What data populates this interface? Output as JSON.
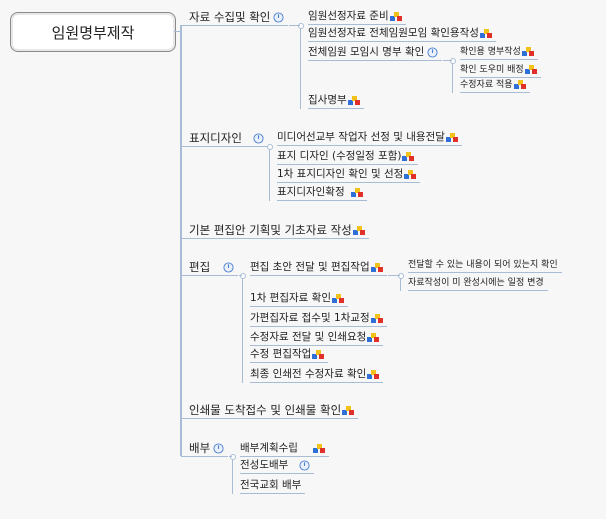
{
  "root": "임원명부제작",
  "branches": [
    {
      "label": "자료 수집및 확인",
      "icon": "clock-icon",
      "children": [
        {
          "label": "임원선정자료 준비",
          "icon": "resource-icon"
        },
        {
          "label": "임원선정자료 전체임원모임 확인용작성",
          "icon": "resource-icon"
        },
        {
          "label": "전체임원 모임시 명부 확인",
          "icon": "clock-icon",
          "children": [
            {
              "label": "확인용 명부작성",
              "icon": "resource-icon"
            },
            {
              "label": "확인 도우미 배정",
              "icon": "resource-icon"
            },
            {
              "label": "수정자료 적용",
              "icon": "resource-icon"
            }
          ]
        },
        {
          "label": "집사명부",
          "icon": "resource-icon"
        }
      ]
    },
    {
      "label": "표지디자인",
      "icon": "clock-icon",
      "children": [
        {
          "label": "미디어선교부 작업자 선정 및 내용전달",
          "icon": "resource-icon"
        },
        {
          "label": "표지 디자인 (수정일정 포함)",
          "icon": "resource-icon"
        },
        {
          "label": "1차 표지디자인 확인 및 선정",
          "icon": "resource-icon"
        },
        {
          "label": "표지디자인확정",
          "icon": "resource-icon"
        }
      ]
    },
    {
      "label": "기본 편집안 기획및 기초자료 작성",
      "icon": "resource-icon"
    },
    {
      "label": "편집",
      "icon": "clock-icon",
      "children": [
        {
          "label": "편집 초안 전달 및 편집작업",
          "icon": "resource-icon",
          "children": [
            {
              "label": "전달할 수 있는 내용이 되어 있는지 확인"
            },
            {
              "label": "자료작성이 미 완성시에는 일정 변경"
            }
          ]
        },
        {
          "label": "1차 편집자료 확인",
          "icon": "resource-icon"
        },
        {
          "label": "가편집자료 접수및 1차교정",
          "icon": "resource-icon"
        },
        {
          "label": "수정자료 전달 및 인쇄요청",
          "icon": "resource-icon"
        },
        {
          "label": "수정 편집작업",
          "icon": "resource-icon"
        },
        {
          "label": "최종 인쇄전 수정자료 확인",
          "icon": "resource-icon"
        }
      ]
    },
    {
      "label": "인쇄물 도착접수 및 인쇄물 확인",
      "icon": "resource-icon"
    },
    {
      "label": "배부",
      "icon": "clock-icon",
      "children": [
        {
          "label": "배부계획수립",
          "icon": "resource-icon"
        },
        {
          "label": "전성도배부",
          "icon": "clock-icon"
        },
        {
          "label": "전국교회 배부"
        }
      ]
    }
  ],
  "colors": {
    "line": "#a9bcd6",
    "clock": "#4a7fd0"
  }
}
